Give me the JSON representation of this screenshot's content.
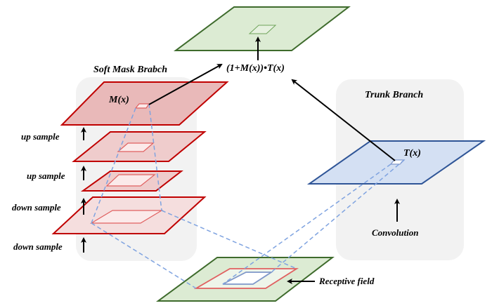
{
  "diagram": {
    "soft_mask_title": "Soft Mask Brabch",
    "trunk_title": "Trunk Branch",
    "mask_label": "M(x)",
    "trunk_label": "T(x)",
    "output_formula": "(1+M(x))•T(x)",
    "convolution_label": "Convolution",
    "receptive_field_label": "Receptive field",
    "sample_steps": [
      {
        "label": "up sample"
      },
      {
        "label": "up sample"
      },
      {
        "label": "down sample"
      },
      {
        "label": "down sample"
      }
    ],
    "colors": {
      "mask_branch": "#c00000",
      "trunk_branch": "#2f5597",
      "output_layer": "#3e6b2c",
      "receptive_dashes": "#7fa3e0",
      "panel_bg": "#f2f2f2"
    }
  }
}
